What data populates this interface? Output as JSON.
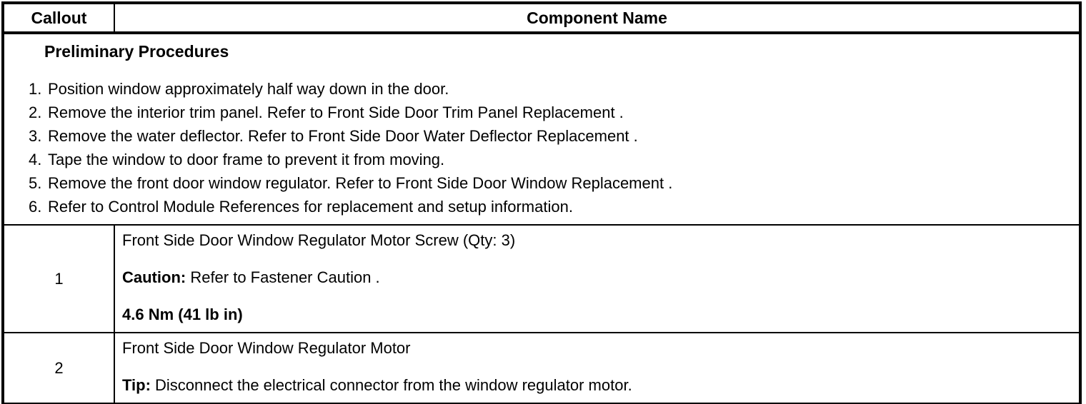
{
  "header": {
    "callout": "Callout",
    "component": "Component Name"
  },
  "preliminary": {
    "title": "Preliminary Procedures",
    "steps": [
      {
        "num": "1.",
        "text": "Position window approximately half way down in the door."
      },
      {
        "num": "2.",
        "text": "Remove the interior trim panel. Refer to Front Side Door Trim Panel Replacement ."
      },
      {
        "num": "3.",
        "text": "Remove the water deflector. Refer to Front Side Door Water Deflector Replacement ."
      },
      {
        "num": "4.",
        "text": "Tape the window to door frame to prevent it from moving."
      },
      {
        "num": "5.",
        "text": "Remove the front door window regulator. Refer to Front Side Door Window Replacement ."
      },
      {
        "num": "6.",
        "text": "Refer to Control Module References for replacement and setup information."
      }
    ]
  },
  "rows": [
    {
      "callout": "1",
      "name": "Front Side Door Window Regulator Motor Screw (Qty: 3)",
      "caution_label": "Caution:",
      "caution_text": " Refer to Fastener Caution .",
      "torque": "4.6 Nm (41 lb in)"
    },
    {
      "callout": "2",
      "name": "Front Side Door Window Regulator Motor",
      "tip_label": "Tip:",
      "tip_text": " Disconnect the electrical connector from the window regulator motor."
    }
  ],
  "colors": {
    "text": "#000000",
    "border": "#000000",
    "background": "#ffffff"
  }
}
